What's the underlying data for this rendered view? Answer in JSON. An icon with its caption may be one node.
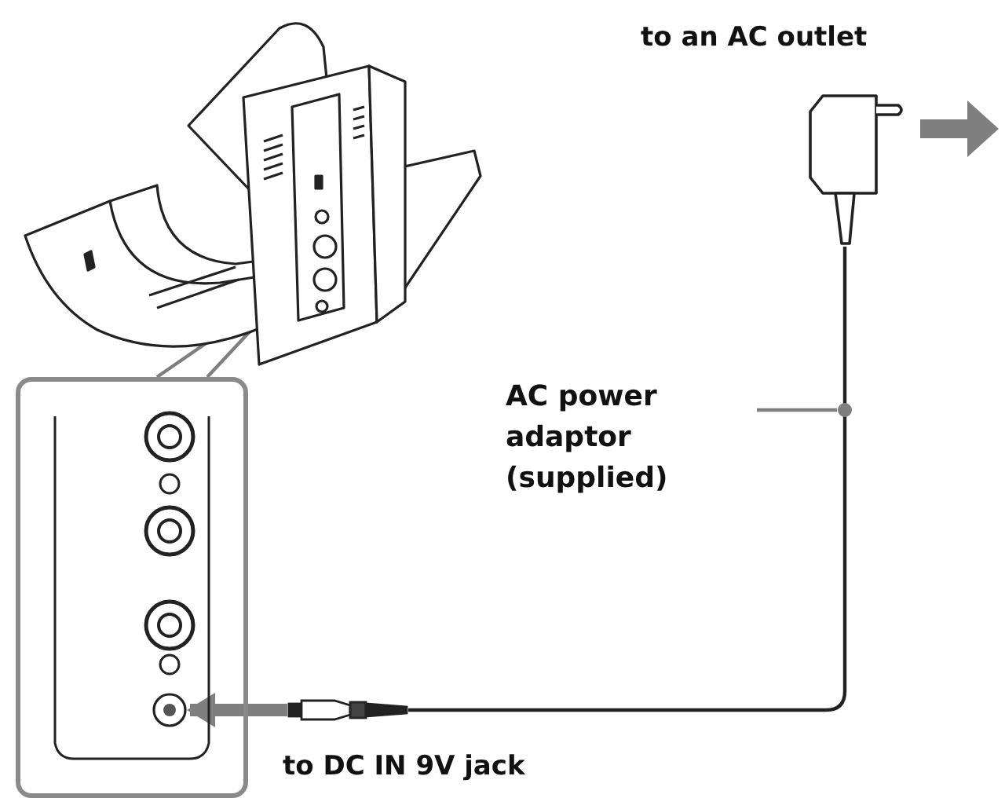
{
  "diagram": {
    "nodes": [
      {
        "text": [],
        "shape": "picture"
      },
      {
        "text": [],
        "shape": "box"
      },
      {
        "text": [],
        "shape": "circle",
        "in": 1
      },
      {
        "text": [
          "AC power adaptor (supplied)"
        ]
      },
      {
        "text": [],
        "shape": "picture"
      },
      {
        "text": [],
        "shape": "picture"
      },
      {
        "text": [],
        "shape": "circle"
      }
    ],
    "edges": [
      {
        "from": 5,
        "to": 2,
        "arrow": "to",
        "style": "thick",
        "color": "#7f7f7f"
      },
      {
        "from": 4,
        "to": 5,
        "arrow": "none",
        "color": "#222222"
      },
      {
        "from": 3,
        "to": 6,
        "arrow": "none",
        "color": "#7f7f7f"
      },
      {
        "from": 1,
        "to": 0,
        "arrow": "none",
        "color": "#7f7f7f"
      }
    ],
    "labels": [
      "to an AC outlet",
      "to DC IN 9V jack"
    ]
  }
}
